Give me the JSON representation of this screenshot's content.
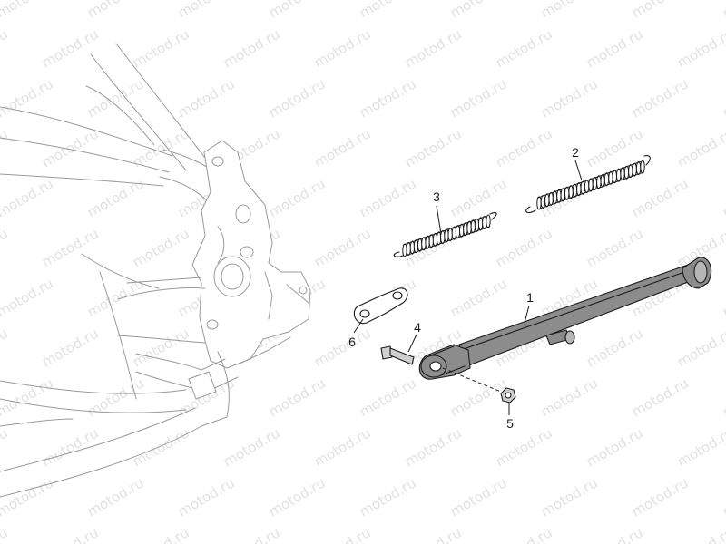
{
  "watermark": {
    "text": "motod.ru"
  },
  "colors": {
    "frame_outline": "#9a9a9a",
    "part_outline": "#1a1a1a",
    "part_fill": "#8c8c8c",
    "part_fill_light": "#cfcfcf",
    "watermark": "#e2e2e2",
    "background": "#ffffff"
  },
  "parts": [
    {
      "number": "1",
      "part": "side-stand"
    },
    {
      "number": "2",
      "part": "spring-outer"
    },
    {
      "number": "3",
      "part": "spring-inner"
    },
    {
      "number": "4",
      "part": "pivot-bolt"
    },
    {
      "number": "5",
      "part": "nut"
    },
    {
      "number": "6",
      "part": "spring-plate"
    }
  ]
}
